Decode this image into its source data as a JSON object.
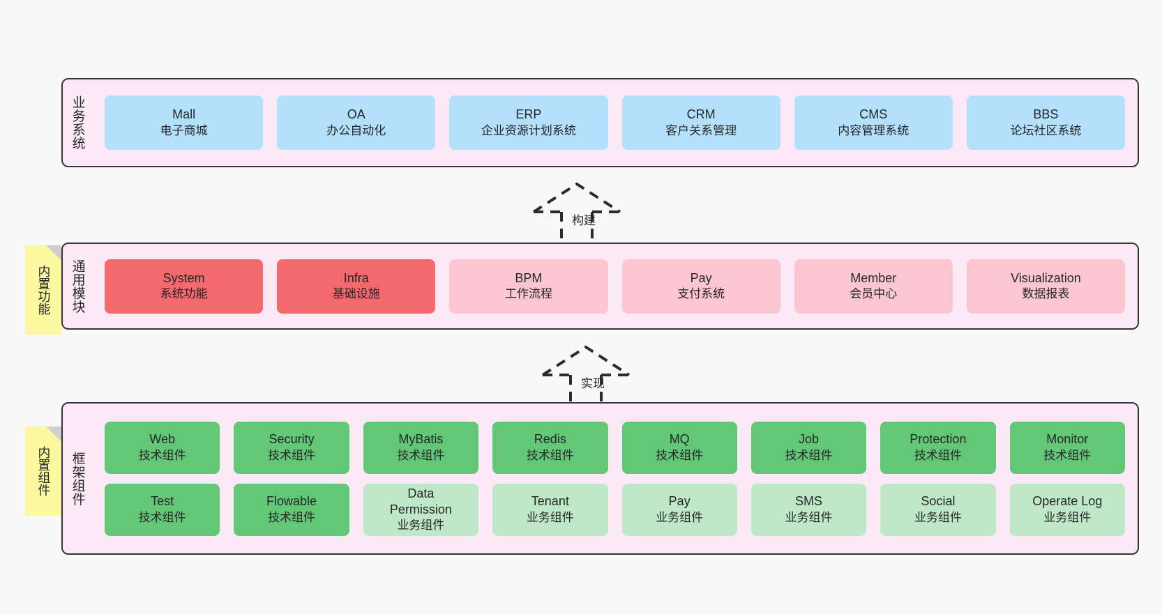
{
  "diagram": {
    "title_hidden": "",
    "colors": {
      "band_bg": "#fbeaf5",
      "band_border": "#3a3340",
      "blue": "#b3e0fb",
      "red": "#f4696e",
      "pink": "#fcc6d0",
      "green": "#62c878",
      "mint": "#bee8c7",
      "note": "#fbf8a0",
      "canvas": "#f8f8f8"
    }
  },
  "layers": {
    "business": {
      "label": "业务系统",
      "cards": [
        {
          "en": "Mall",
          "cn": "电子商城"
        },
        {
          "en": "OA",
          "cn": "办公自动化"
        },
        {
          "en": "ERP",
          "cn": "企业资源计划系统"
        },
        {
          "en": "CRM",
          "cn": "客户关系管理"
        },
        {
          "en": "CMS",
          "cn": "内容管理系统"
        },
        {
          "en": "BBS",
          "cn": "论坛社区系统"
        }
      ]
    },
    "common": {
      "label": "通用模块",
      "note": "内置功能",
      "cards": [
        {
          "en": "System",
          "cn": "系统功能"
        },
        {
          "en": "Infra",
          "cn": "基础设施"
        },
        {
          "en": "BPM",
          "cn": "工作流程"
        },
        {
          "en": "Pay",
          "cn": "支付系统"
        },
        {
          "en": "Member",
          "cn": "会员中心"
        },
        {
          "en": "Visualization",
          "cn": "数据报表"
        }
      ]
    },
    "framework": {
      "label": "框架组件",
      "note": "内置组件",
      "row1": [
        {
          "en": "Web",
          "cn": "技术组件"
        },
        {
          "en": "Security",
          "cn": "技术组件"
        },
        {
          "en": "MyBatis",
          "cn": "技术组件"
        },
        {
          "en": "Redis",
          "cn": "技术组件"
        },
        {
          "en": "MQ",
          "cn": "技术组件"
        },
        {
          "en": "Job",
          "cn": "技术组件"
        },
        {
          "en": "Protection",
          "cn": "技术组件"
        },
        {
          "en": "Monitor",
          "cn": "技术组件"
        }
      ],
      "row2": [
        {
          "en": "Test",
          "cn": "技术组件"
        },
        {
          "en": "Flowable",
          "cn": "技术组件"
        },
        {
          "en": "Data Permission",
          "cn": "业务组件"
        },
        {
          "en": "Tenant",
          "cn": "业务组件"
        },
        {
          "en": "Pay",
          "cn": "业务组件"
        },
        {
          "en": "SMS",
          "cn": "业务组件"
        },
        {
          "en": "Social",
          "cn": "业务组件"
        },
        {
          "en": "Operate Log",
          "cn": "业务组件"
        }
      ]
    }
  },
  "arrows": {
    "build": "构建",
    "implement": "实现"
  }
}
